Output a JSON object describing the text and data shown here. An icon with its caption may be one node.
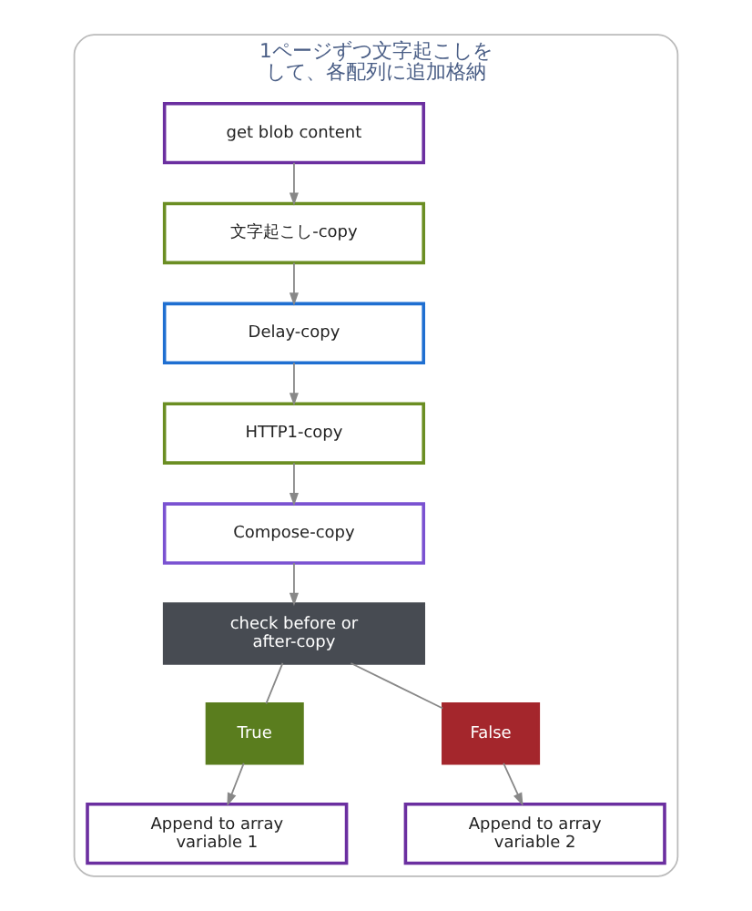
{
  "diagram": {
    "nodes": [
      {
        "text": [
          "1ページずつ文字起こしをして、各配列に追加格納"
        ]
      },
      {
        "text": [
          "get blob content"
        ],
        "in": 0
      },
      {
        "text": [
          "文字起こし-copy"
        ],
        "in": 0
      },
      {
        "text": [
          "Delay-copy"
        ],
        "in": 0
      },
      {
        "text": [
          "HTTP1-copy"
        ],
        "in": 0
      },
      {
        "text": [
          "Compose-copy"
        ],
        "in": 0
      },
      {
        "text": [
          "check before or after-copy"
        ],
        "in": 0
      },
      {
        "text": [
          "True"
        ],
        "in": 0
      },
      {
        "text": [
          "False"
        ],
        "in": 0
      },
      {
        "text": [
          "Append to array variable 1"
        ],
        "in": 0
      },
      {
        "text": [
          "Append to array variable 2"
        ],
        "in": 0
      }
    ],
    "edges": [
      {
        "from": 1,
        "to": 2,
        "arrow": "to"
      },
      {
        "from": 2,
        "to": 3,
        "arrow": "to"
      },
      {
        "from": 3,
        "to": 4,
        "arrow": "to"
      },
      {
        "from": 4,
        "to": 5,
        "arrow": "to"
      },
      {
        "from": 5,
        "to": 6,
        "arrow": "to"
      },
      {
        "from": 6,
        "to": 7,
        "arrow": "none"
      },
      {
        "from": 6,
        "to": 8,
        "arrow": "none"
      },
      {
        "from": 7,
        "to": 9,
        "arrow": "to"
      },
      {
        "from": 8,
        "to": 10,
        "arrow": "to"
      }
    ]
  }
}
